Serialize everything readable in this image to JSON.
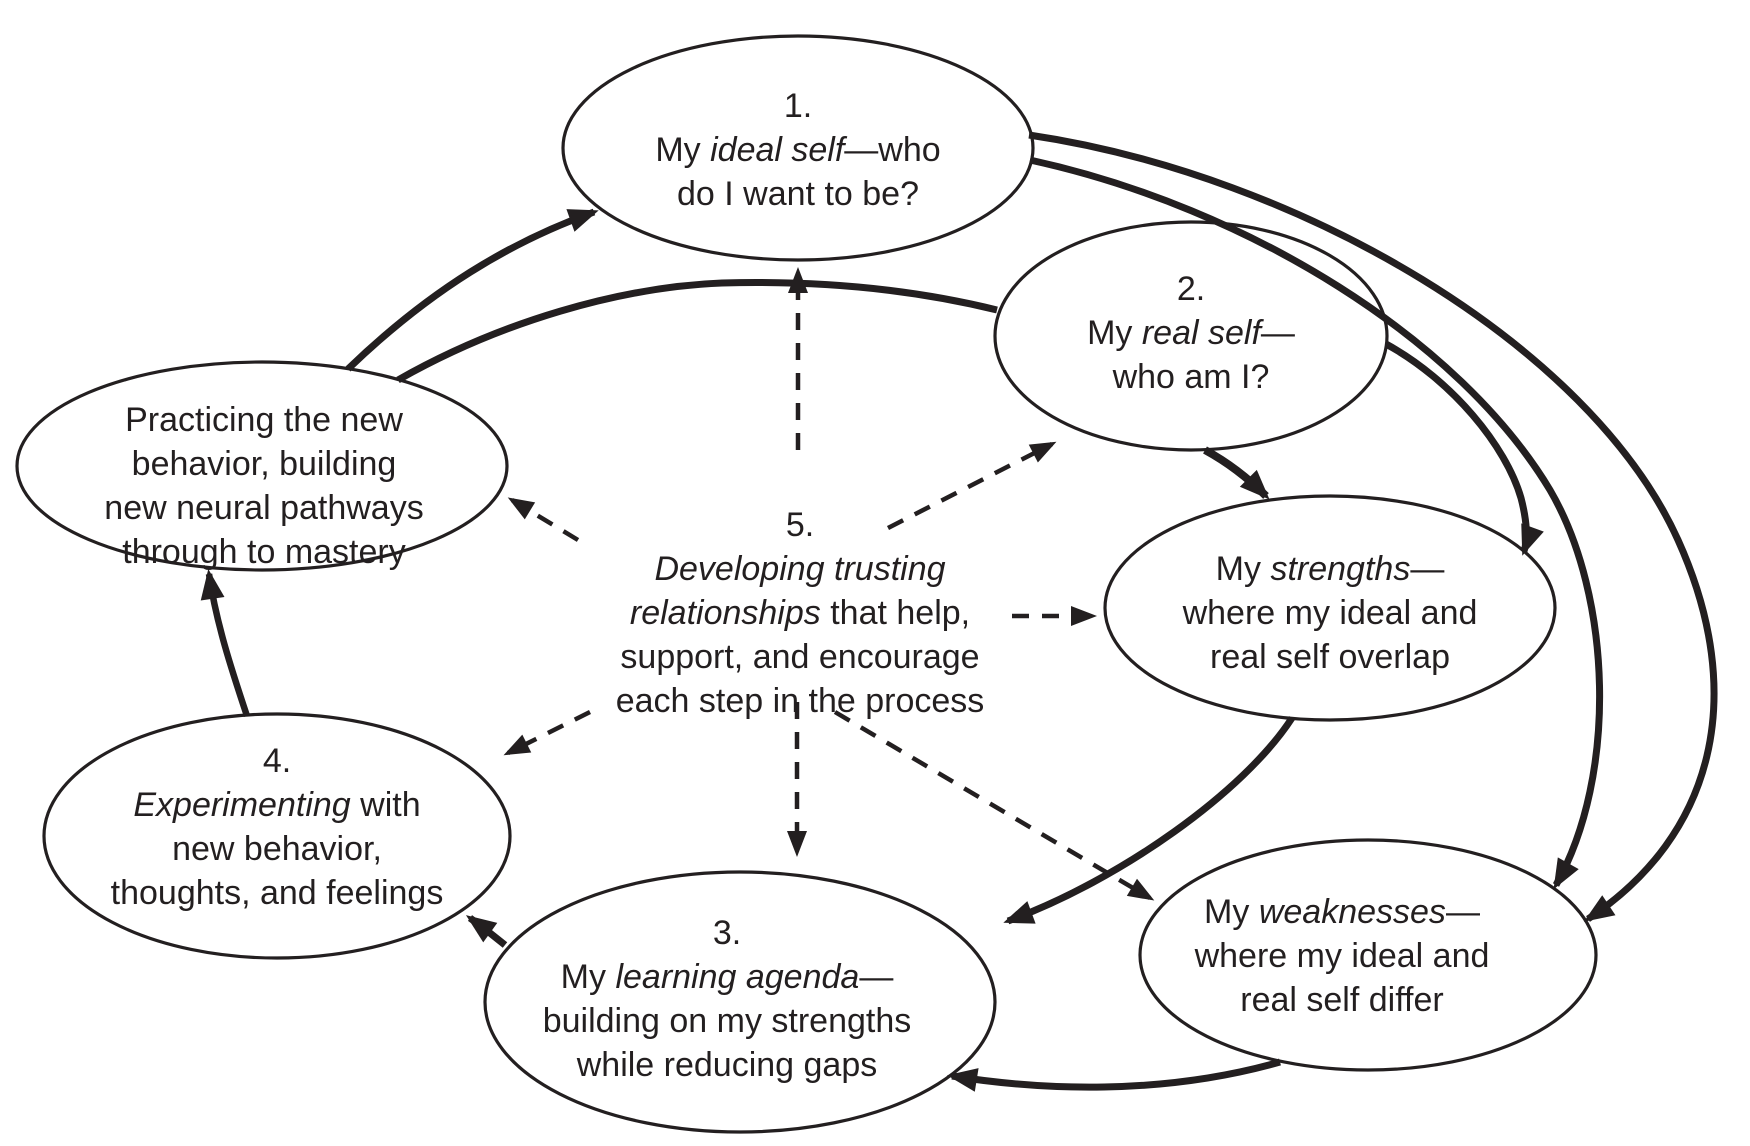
{
  "figure": {
    "type": "cycle-diagram",
    "background_color": "#ffffff",
    "ink_color": "#231f20"
  },
  "nodes": {
    "ideal": {
      "lines": [
        [
          {
            "t": "1.",
            "i": false
          }
        ],
        [
          {
            "t": "My ",
            "i": false
          },
          {
            "t": "ideal self",
            "i": true
          },
          {
            "t": "—who",
            "i": false
          }
        ],
        [
          {
            "t": "do I want to be?",
            "i": false
          }
        ]
      ]
    },
    "real": {
      "lines": [
        [
          {
            "t": "2.",
            "i": false
          }
        ],
        [
          {
            "t": "My ",
            "i": false
          },
          {
            "t": "real self",
            "i": true
          },
          {
            "t": "—",
            "i": false
          }
        ],
        [
          {
            "t": "who am I?",
            "i": false
          }
        ]
      ]
    },
    "strengths": {
      "lines": [
        [
          {
            "t": "My ",
            "i": false
          },
          {
            "t": "strengths",
            "i": true
          },
          {
            "t": "—",
            "i": false
          }
        ],
        [
          {
            "t": "where my ideal and",
            "i": false
          }
        ],
        [
          {
            "t": "real self overlap",
            "i": false
          }
        ]
      ]
    },
    "weaknesses": {
      "lines": [
        [
          {
            "t": "My ",
            "i": false
          },
          {
            "t": "weaknesses",
            "i": true
          },
          {
            "t": "—",
            "i": false
          }
        ],
        [
          {
            "t": "where my ideal and",
            "i": false
          }
        ],
        [
          {
            "t": "real self differ",
            "i": false
          }
        ]
      ]
    },
    "agenda": {
      "lines": [
        [
          {
            "t": "3.",
            "i": false
          }
        ],
        [
          {
            "t": "My ",
            "i": false
          },
          {
            "t": "learning agenda",
            "i": true
          },
          {
            "t": "—",
            "i": false
          }
        ],
        [
          {
            "t": "building on my strengths",
            "i": false
          }
        ],
        [
          {
            "t": "while reducing gaps",
            "i": false
          }
        ]
      ]
    },
    "experimenting": {
      "lines": [
        [
          {
            "t": "4.",
            "i": false
          }
        ],
        [
          {
            "t": "Experimenting",
            "i": true
          },
          {
            "t": " with",
            "i": false
          }
        ],
        [
          {
            "t": "new behavior,",
            "i": false
          }
        ],
        [
          {
            "t": "thoughts, and feelings",
            "i": false
          }
        ]
      ]
    },
    "practicing": {
      "lines": [
        [
          {
            "t": "Practicing the new",
            "i": false
          }
        ],
        [
          {
            "t": "behavior, building",
            "i": false
          }
        ],
        [
          {
            "t": "new neural pathways",
            "i": false
          }
        ],
        [
          {
            "t": "through to mastery",
            "i": false
          }
        ]
      ]
    },
    "center5": {
      "lines": [
        [
          {
            "t": "5.",
            "i": false
          }
        ],
        [
          {
            "t": "Developing trusting",
            "i": true
          }
        ],
        [
          {
            "t": "relationships",
            "i": true
          },
          {
            "t": " that help,",
            "i": false
          }
        ],
        [
          {
            "t": "support, and encourage",
            "i": false
          }
        ],
        [
          {
            "t": "each step in the process",
            "i": false
          }
        ]
      ]
    }
  },
  "edges": [
    {
      "style": "solid",
      "from": "practicing",
      "to": "ideal"
    },
    {
      "style": "solid",
      "from": "practicing",
      "to": "real",
      "note": "long curve, no arrowhead, passes behind real-self ellipse"
    },
    {
      "style": "solid",
      "from": "real",
      "to": "strengths",
      "note": "long curve from right side of real self down into strengths"
    },
    {
      "style": "solid",
      "from": "ideal",
      "to": "weaknesses",
      "note": "inner sweeping curve"
    },
    {
      "style": "solid",
      "from": "ideal",
      "to": "weaknesses",
      "note": "outer sweeping curve"
    },
    {
      "style": "solid",
      "from": "real",
      "to": "strengths",
      "note": "short thick arrow"
    },
    {
      "style": "solid",
      "from": "strengths",
      "to": "agenda"
    },
    {
      "style": "solid",
      "from": "weaknesses",
      "to": "agenda"
    },
    {
      "style": "solid",
      "from": "agenda",
      "to": "experimenting"
    },
    {
      "style": "solid",
      "from": "experimenting",
      "to": "practicing"
    },
    {
      "style": "dashed",
      "from": "center5",
      "to": "ideal"
    },
    {
      "style": "dashed",
      "from": "center5",
      "to": "real"
    },
    {
      "style": "dashed",
      "from": "center5",
      "to": "strengths"
    },
    {
      "style": "dashed",
      "from": "center5",
      "to": "weaknesses"
    },
    {
      "style": "dashed",
      "from": "center5",
      "to": "agenda"
    },
    {
      "style": "dashed",
      "from": "center5",
      "to": "experimenting"
    },
    {
      "style": "dashed",
      "from": "center5",
      "to": "practicing"
    }
  ]
}
